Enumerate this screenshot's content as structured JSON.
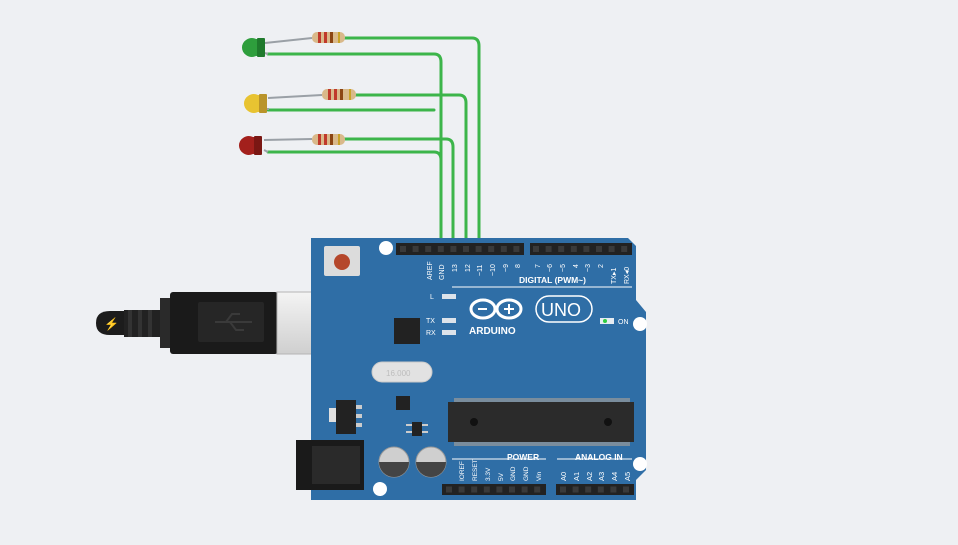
{
  "board": {
    "logo_text": "ARDUINO",
    "model": "UNO",
    "digital_header_label": "DIGITAL (PWM~)",
    "power_header_label": "POWER",
    "analog_header_label": "ANALOG IN",
    "on_label": "ON",
    "led_l_label": "L",
    "led_tx_label": "TX",
    "led_rx_label": "RX",
    "crystal_label": "16.000",
    "digital_left_pins": [
      "AREF",
      "GND",
      "13",
      "12",
      "~11",
      "~10",
      "~9",
      "8"
    ],
    "digital_right_pins": [
      "7",
      "~6",
      "~5",
      "4",
      "~3",
      "2",
      "TX▸1",
      "RX◂0"
    ],
    "power_pins": [
      "IOREF",
      "RESET",
      "3.3V",
      "5V",
      "GND",
      "GND",
      "Vin"
    ],
    "analog_pins": [
      "A0",
      "A1",
      "A2",
      "A3",
      "A4",
      "A5"
    ]
  },
  "leds": [
    {
      "name": "green",
      "color": "#2e9e3c"
    },
    {
      "name": "yellow",
      "color": "#e8c331"
    },
    {
      "name": "red",
      "color": "#a3201c"
    }
  ],
  "colors": {
    "wire": "#3cb54a",
    "board": "#2f6ea6",
    "background": "#eef0f3"
  }
}
